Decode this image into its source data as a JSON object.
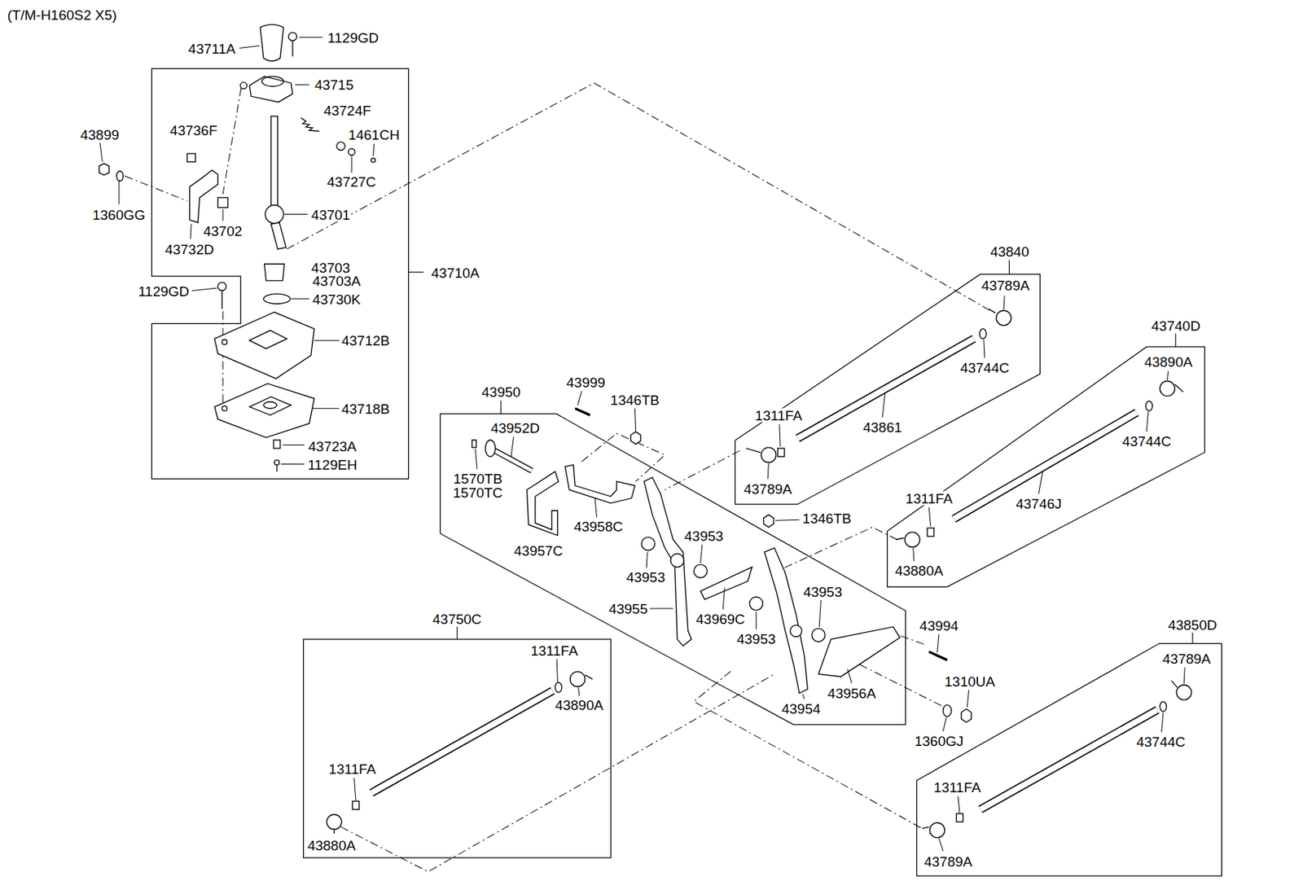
{
  "diagram": {
    "title": "(T/M-H160S2 X5)",
    "nodes": [
      {
        "text": [
          "43710A"
        ]
      },
      {
        "text": [
          "43840"
        ]
      },
      {
        "text": [
          "43740D"
        ]
      },
      {
        "text": [
          "43950"
        ]
      },
      {
        "text": [
          "43750C"
        ]
      },
      {
        "text": [
          "43850D"
        ]
      }
    ],
    "labels": [
      "43711A",
      "1129GD",
      "43715",
      "43724F",
      "43736F",
      "1461CH",
      "43899",
      "43727C",
      "1360GG",
      "43701",
      "43702",
      "43732D",
      "43703",
      "43703A",
      "1129GD",
      "43730K",
      "43712B",
      "43718B",
      "43723A",
      "1129EH",
      "43789A",
      "43744C",
      "1311FA",
      "43861",
      "43789A",
      "43890A",
      "43744C",
      "1311FA",
      "43746J",
      "43880A",
      "43999",
      "1346TB",
      "43952D",
      "1570TB",
      "1570TC",
      "1346TB",
      "43958C",
      "43953",
      "43957C",
      "43953",
      "43953",
      "43955",
      "43969C",
      "43994",
      "43953",
      "1310UA",
      "43956A",
      "43954",
      "1360GJ",
      "1311FA",
      "43890A",
      "1311FA",
      "43880A",
      "43789A",
      "43744C",
      "1311FA",
      "43789A"
    ]
  }
}
